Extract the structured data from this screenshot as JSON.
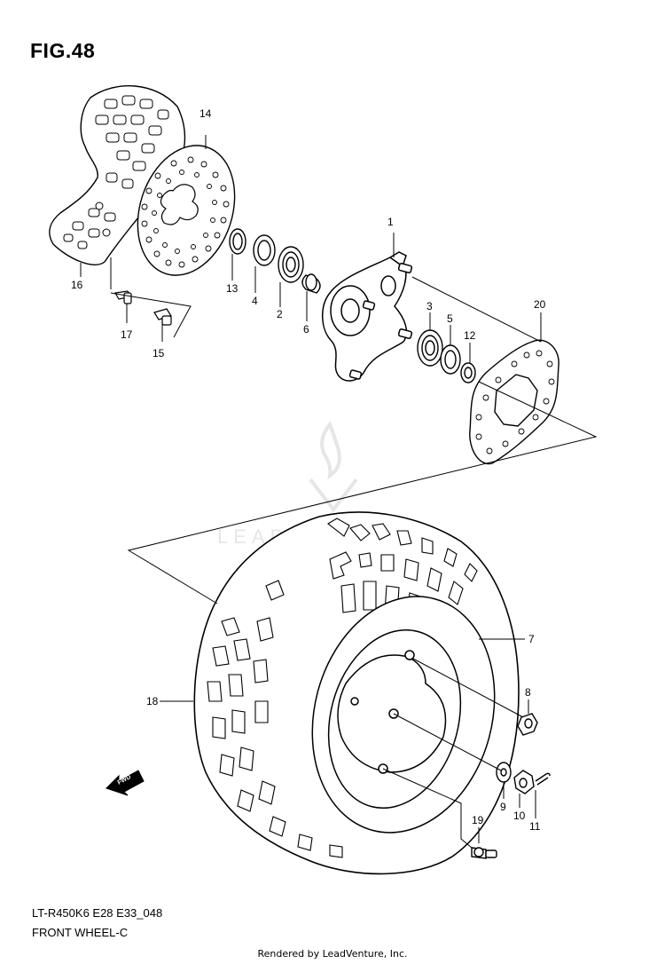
{
  "figure": {
    "title": "FIG.48",
    "model_code": "LT-R450K6  E28  E33_048",
    "name": "FRONT WHEEL-C",
    "footer": "Rendered by LeadVenture, Inc.",
    "watermark": "LEADVENTURE",
    "fwd_label": "FWD"
  },
  "callouts": [
    {
      "id": "c1",
      "label": "1"
    },
    {
      "id": "c2",
      "label": "2"
    },
    {
      "id": "c3",
      "label": "3"
    },
    {
      "id": "c4",
      "label": "4"
    },
    {
      "id": "c5",
      "label": "5"
    },
    {
      "id": "c6",
      "label": "6"
    },
    {
      "id": "c7",
      "label": "7"
    },
    {
      "id": "c8",
      "label": "8"
    },
    {
      "id": "c9",
      "label": "9"
    },
    {
      "id": "c10",
      "label": "10"
    },
    {
      "id": "c11",
      "label": "11"
    },
    {
      "id": "c12",
      "label": "12"
    },
    {
      "id": "c13",
      "label": "13"
    },
    {
      "id": "c14",
      "label": "14"
    },
    {
      "id": "c15",
      "label": "15"
    },
    {
      "id": "c16",
      "label": "16"
    },
    {
      "id": "c17",
      "label": "17"
    },
    {
      "id": "c18",
      "label": "18"
    },
    {
      "id": "c19",
      "label": "19"
    },
    {
      "id": "c20",
      "label": "20"
    }
  ],
  "colors": {
    "line": "#000000",
    "background": "#ffffff",
    "watermark": "#e6e6e6"
  }
}
